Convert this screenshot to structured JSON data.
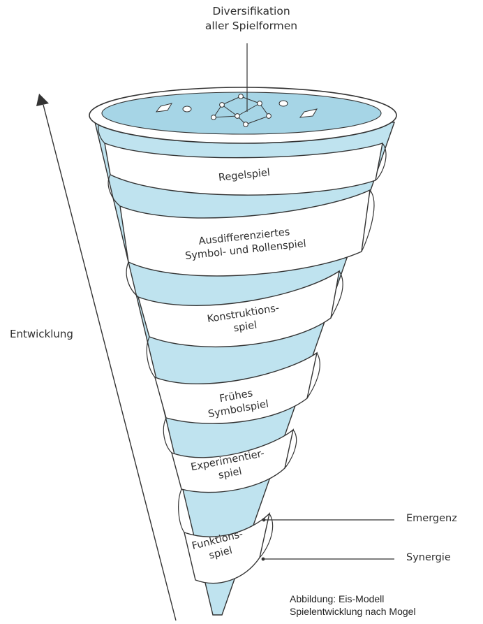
{
  "diagram": {
    "top_label": [
      "Diversifikation",
      "aller Spielformen"
    ],
    "axis_label": "Entwicklung",
    "bands": [
      {
        "lines": [
          "Regelspiel"
        ]
      },
      {
        "lines": [
          "Ausdifferenziertes",
          "Symbol- und Rollenspiel"
        ]
      },
      {
        "lines": [
          "Konstruktions-",
          "spiel"
        ]
      },
      {
        "lines": [
          "Frühes",
          "Symbolspiel"
        ]
      },
      {
        "lines": [
          "Experimentier-",
          "spiel"
        ]
      },
      {
        "lines": [
          "Funktions-",
          "spiel"
        ]
      }
    ],
    "side_labels": {
      "emergence": "Emergenz",
      "synergy": "Synergie"
    },
    "colors": {
      "ice": "#bfe3ef",
      "ice_dark": "#a6d5e6",
      "line": "#333333",
      "band_fill": "#ffffff"
    }
  },
  "caption": [
    "Abbildung: Eis-Modell",
    "Spielentwicklung nach Mogel"
  ]
}
